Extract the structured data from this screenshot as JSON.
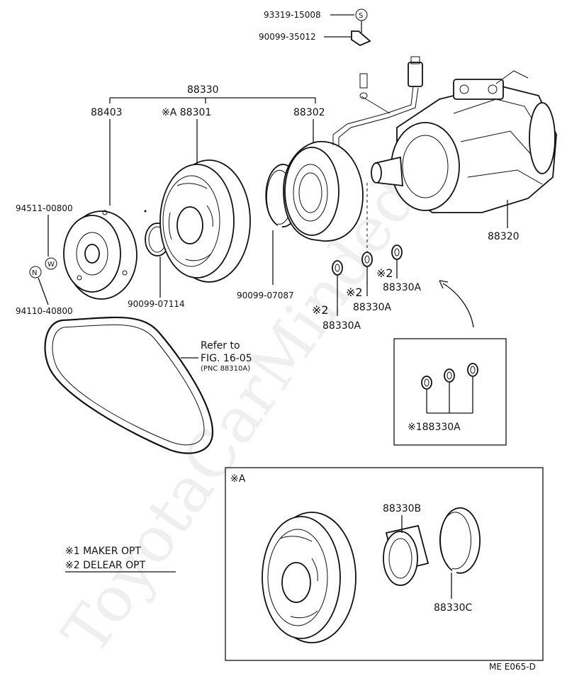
{
  "labels": {
    "p93319": "93319-15008",
    "p90099_35": "90099-35012",
    "p88330": "88330",
    "p88403": "88403",
    "p88301": "※A 88301",
    "p88302": "88302",
    "p94511": "94511-00800",
    "p94110": "94110-40800",
    "p90099_071": "90099-07114",
    "p90099_070": "90099-07087",
    "p88320": "88320",
    "shim_a_mark": "※2",
    "shim_a": "88330A",
    "shim_b_mark": "※2",
    "shim_b": "88330A",
    "shim_c_mark": "※2",
    "shim_c": "88330A",
    "inset_shims": "※188330A",
    "refer_to": "Refer to",
    "fig": "FIG. 16-05",
    "pnc": "(PNC 88310A)",
    "detail_title": "※A",
    "p88330b": "88330B",
    "p88330c": "88330C",
    "legend1": "※1 MAKER OPT",
    "legend2": "※2 DELEAR OPT",
    "footer": "ME  E065-D",
    "symbol_s": "S",
    "symbol_w": "W",
    "symbol_n": "N",
    "watermark": "ToyotaCarMinded"
  }
}
